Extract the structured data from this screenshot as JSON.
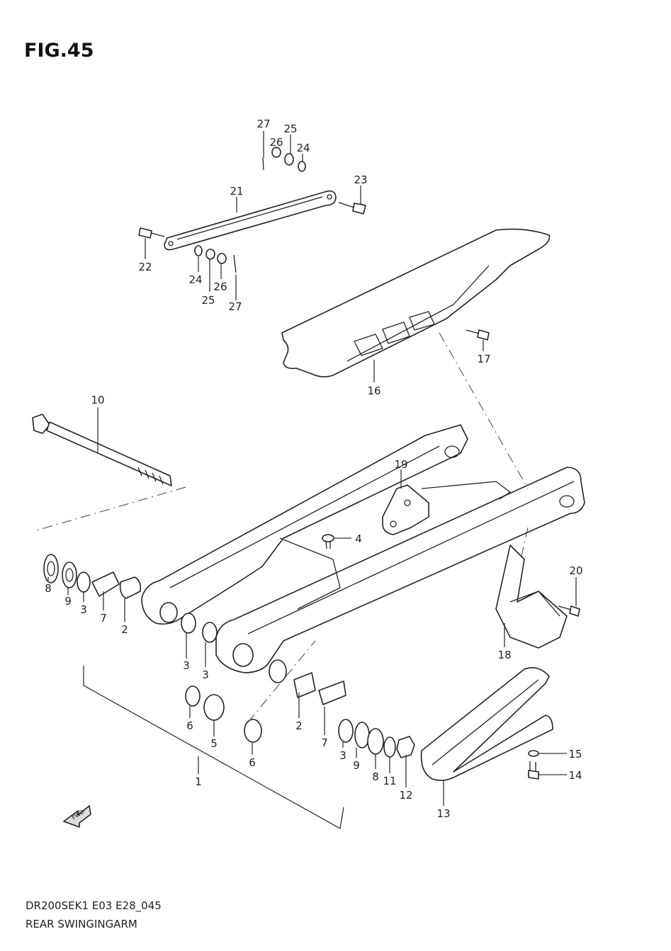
{
  "figure_title": "FIG.45",
  "model_code": "DR200SEK1 E03 E28_045",
  "section_title": "REAR SWINGINGARM",
  "fwd_label": "FWD",
  "callouts": {
    "c27a": "27",
    "c26a": "26",
    "c25a": "25",
    "c24a": "24",
    "c23": "23",
    "c21": "21",
    "c22": "22",
    "c24b": "24",
    "c25b": "25",
    "c26b": "26",
    "c27b": "27",
    "c17": "17",
    "c16": "16",
    "c10": "10",
    "c19": "19",
    "c4": "4",
    "c8a": "8",
    "c9a": "9",
    "c3a": "3",
    "c7a": "7",
    "c2a": "2",
    "c3b": "3",
    "c3c": "3",
    "c20": "20",
    "c18": "18",
    "c6a": "6",
    "c5": "5",
    "c6b": "6",
    "c2b": "2",
    "c7b": "7",
    "c3d": "3",
    "c9b": "9",
    "c8b": "8",
    "c11": "11",
    "c12": "12",
    "c15": "15",
    "c14": "14",
    "c13": "13",
    "c1": "1"
  }
}
